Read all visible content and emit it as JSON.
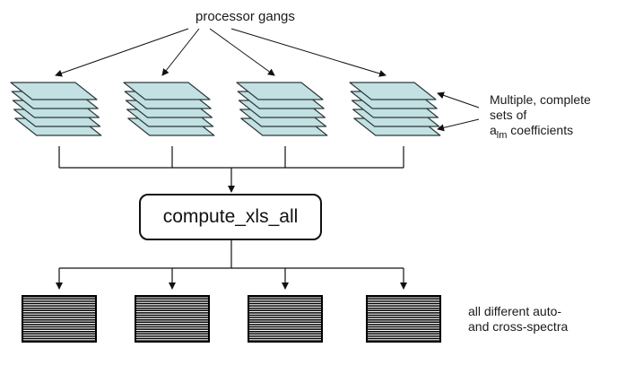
{
  "diagram": {
    "source_label": "processor gangs",
    "stack_count": 4,
    "layers_per_stack": 5,
    "coefficients_note": {
      "line1": "Multiple, complete",
      "line2": "sets of",
      "line3_base": "a",
      "line3_sub": "lm",
      "line3_rest": " coefficients"
    },
    "process_box": "compute_xls_all",
    "output_count": 4,
    "output_note": {
      "line1": "all different auto-",
      "line2": "and cross-spectra"
    },
    "colors": {
      "layer_fill": "#c3e0e3",
      "layer_stroke": "#2b3a3c",
      "line": "#111111"
    }
  }
}
